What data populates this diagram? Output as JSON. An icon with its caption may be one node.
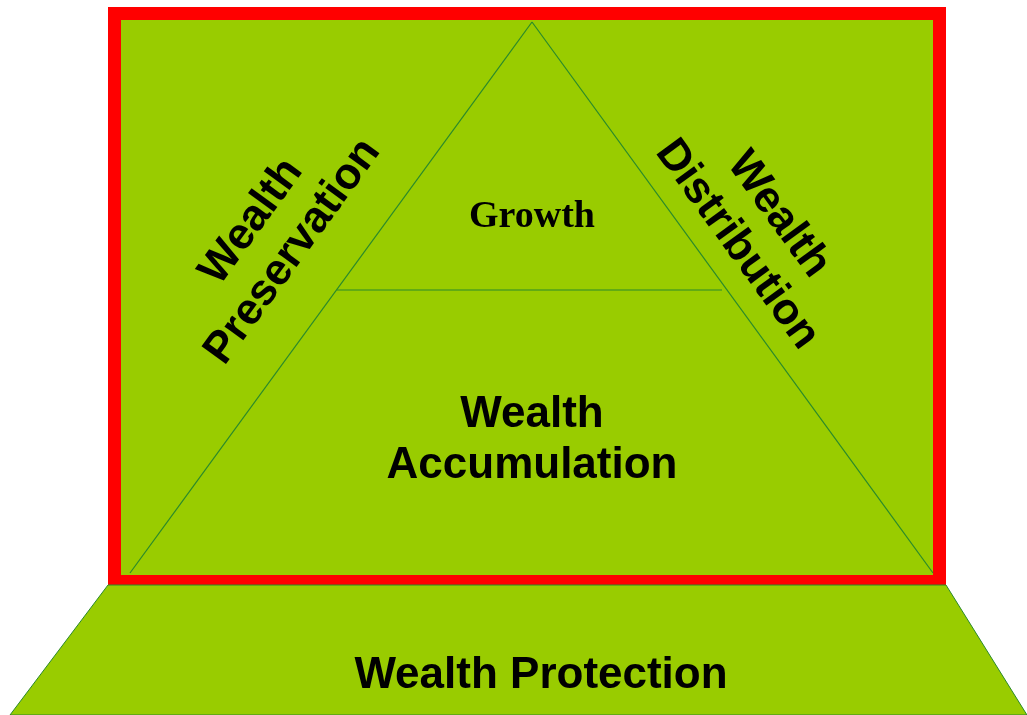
{
  "diagram": {
    "nodes": [
      {
        "text": [
          "Wealth Preservation",
          "Wealth Distribution"
        ]
      },
      {
        "text": [
          "Growth"
        ],
        "in": 0
      },
      {
        "text": [
          "Wealth Accumulation"
        ],
        "in": 0
      },
      {
        "text": [
          "Wealth Protection"
        ]
      }
    ]
  }
}
